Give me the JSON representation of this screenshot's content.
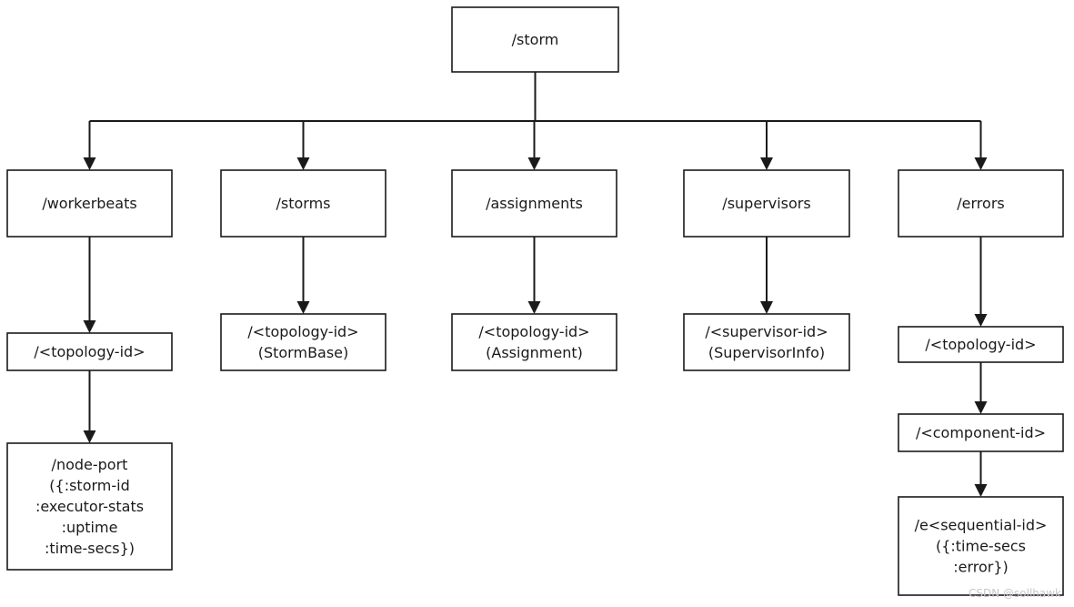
{
  "diagram": {
    "root": {
      "id": "storm",
      "lines": [
        "/storm"
      ]
    },
    "children": [
      {
        "id": "workerbeats",
        "lines": [
          "/workerbeats"
        ]
      },
      {
        "id": "storms",
        "lines": [
          "/storms"
        ]
      },
      {
        "id": "assignments",
        "lines": [
          "/assignments"
        ]
      },
      {
        "id": "supervisors",
        "lines": [
          "/supervisors"
        ]
      },
      {
        "id": "errors",
        "lines": [
          "/errors"
        ]
      }
    ],
    "subnodes": [
      {
        "id": "wb-topology",
        "parent": "workerbeats",
        "lines": [
          "/<topology-id>"
        ]
      },
      {
        "id": "wb-nodeport",
        "parent": "wb-topology",
        "lines": [
          "/node-port",
          "({:storm-id",
          ":executor-stats",
          ":uptime",
          ":time-secs})"
        ]
      },
      {
        "id": "st-topology",
        "parent": "storms",
        "lines": [
          "/<topology-id>",
          "(StormBase)"
        ]
      },
      {
        "id": "as-topology",
        "parent": "assignments",
        "lines": [
          "/<topology-id>",
          "(Assignment)"
        ]
      },
      {
        "id": "su-supervisor",
        "parent": "supervisors",
        "lines": [
          "/<supervisor-id>",
          "(SupervisorInfo)"
        ]
      },
      {
        "id": "er-topology",
        "parent": "errors",
        "lines": [
          "/<topology-id>"
        ]
      },
      {
        "id": "er-component",
        "parent": "er-topology",
        "lines": [
          "/<component-id>"
        ]
      },
      {
        "id": "er-sequential",
        "parent": "er-component",
        "lines": [
          "/e<sequential-id>",
          "({:time-secs",
          ":error})"
        ]
      }
    ]
  },
  "watermark": "CSDN @sollhawk"
}
